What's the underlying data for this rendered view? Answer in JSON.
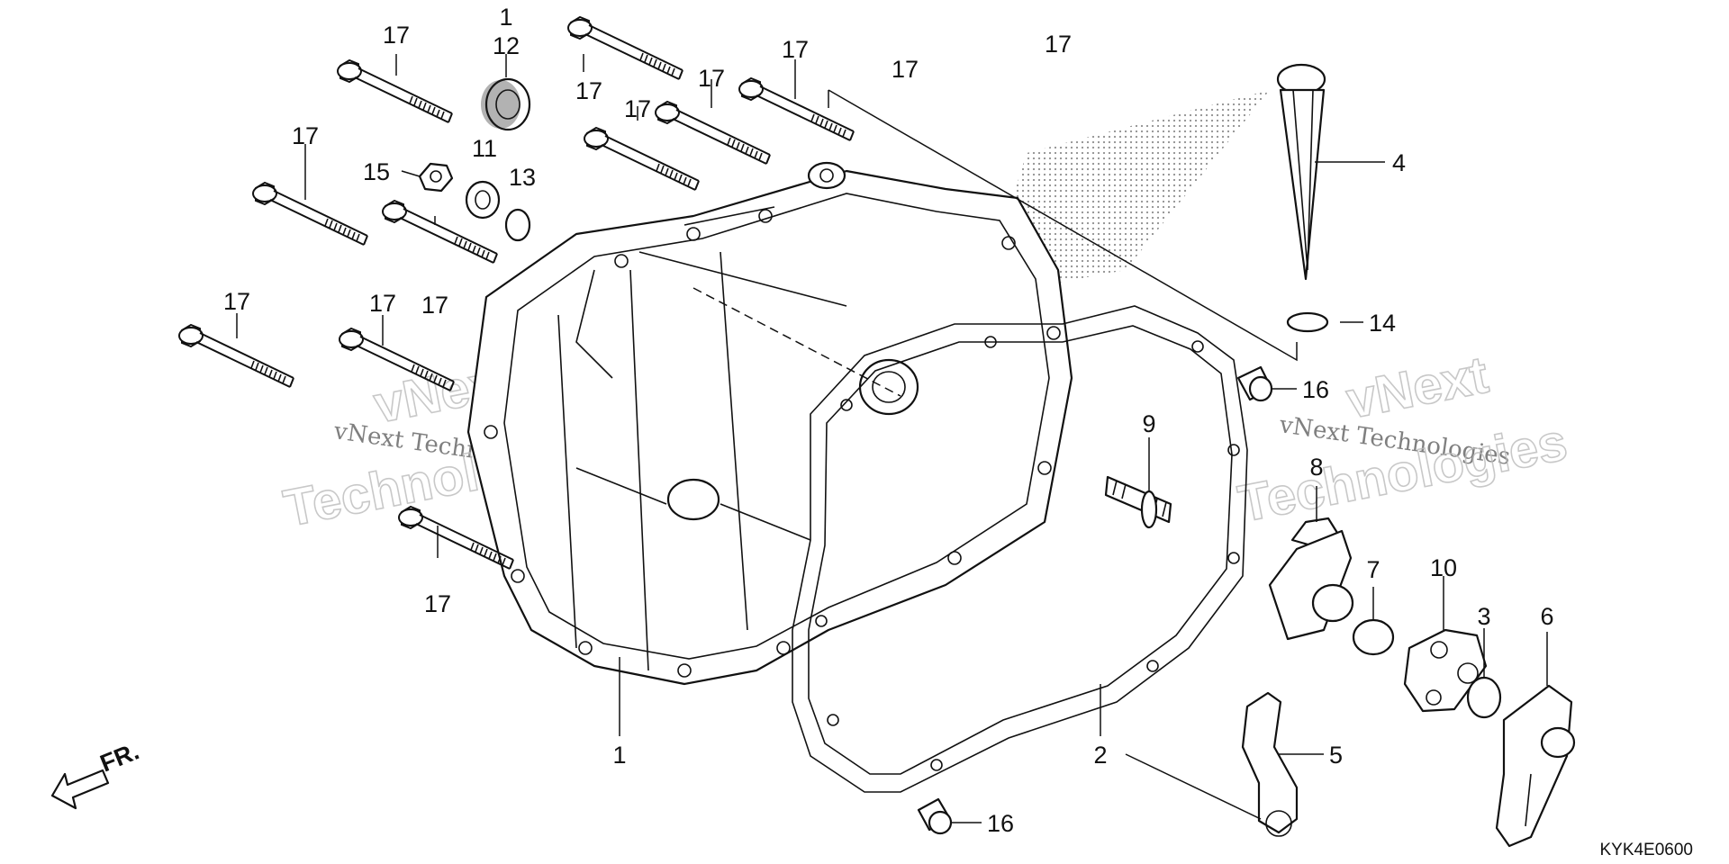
{
  "diagram_code": "KYK4E0600",
  "front_indicator": "FR.",
  "watermark": {
    "text_line": "vNext Technologies",
    "word1": "vNext",
    "word2": "Technologies"
  },
  "callouts": {
    "c1_top": "1",
    "c12": "12",
    "c17_a": "17",
    "c17_b": "17",
    "c17_c": "17",
    "c17_d": "17",
    "c17_e": "17",
    "c17_f": "17",
    "c17_g": "17",
    "c17_h": "17",
    "c17_i": "17",
    "c17_j": "17",
    "c17_k": "17",
    "c17_l": "17",
    "c11": "11",
    "c13": "13",
    "c15": "15",
    "c4": "4",
    "c14": "14",
    "c16_top": "16",
    "c16_bottom": "16",
    "c9": "9",
    "c8": "8",
    "c7": "7",
    "c10": "10",
    "c3": "3",
    "c6": "6",
    "c5": "5",
    "c2": "2",
    "c1_bottom": "1"
  },
  "icons": [
    "bolt-icon",
    "oil-seal-icon",
    "nut-icon",
    "washer-icon",
    "o-ring-icon",
    "dowel-pin-icon",
    "crankcase-cover-icon",
    "gasket-icon",
    "dipstick-icon",
    "arrow-front-icon"
  ]
}
